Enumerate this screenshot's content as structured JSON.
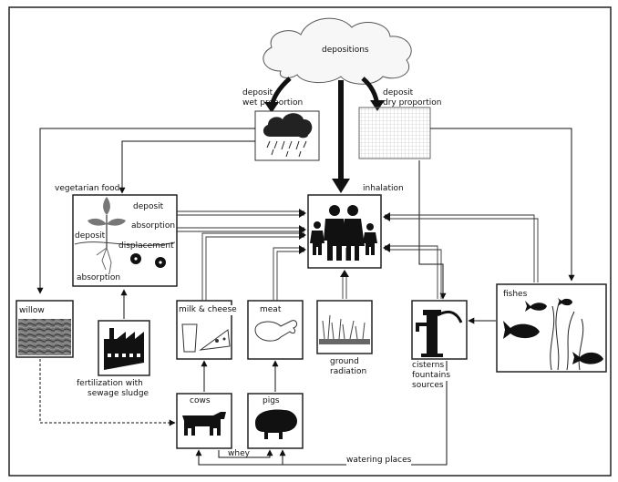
{
  "labels": {
    "depositions": "depositions",
    "deposit_wet_1": "deposit",
    "deposit_wet_2": "wet proportion",
    "deposit_dry_1": "deposit",
    "deposit_dry_2": "dry proportion",
    "vegetarian_food": "vegetarian food",
    "inhalation": "inhalation",
    "plant_deposit_top": "deposit",
    "plant_absorption_top": "absorption",
    "plant_deposit_left": "deposit",
    "plant_displacement": "displacement",
    "plant_absorption_bottom": "absorption",
    "willow": "willow",
    "milk_cheese": "milk & cheese",
    "meat": "meat",
    "fishes": "fishes",
    "fertilization_1": "fertilization with",
    "fertilization_2": "sewage sludge",
    "ground_radiation_1": "ground",
    "ground_radiation_2": "radiation",
    "cisterns_1": "cisterns",
    "cisterns_2": "fountains",
    "cisterns_3": "sources",
    "cows": "cows",
    "pigs": "pigs",
    "whey": "whey",
    "watering_places": "watering places"
  },
  "icons": {
    "cloud": "cloud-icon",
    "rain": "rain-cloud-icon",
    "dry": "dry-deposit-grid-icon",
    "family": "family-icon",
    "plant": "plant-icon",
    "willow": "willow-texture-icon",
    "factory": "factory-icon",
    "milk": "milk-cheese-icon",
    "meat": "meat-icon",
    "grass": "grass-icon",
    "pump": "water-pump-icon",
    "fish": "fish-icon",
    "cow": "cow-icon",
    "pig": "pig-icon"
  }
}
